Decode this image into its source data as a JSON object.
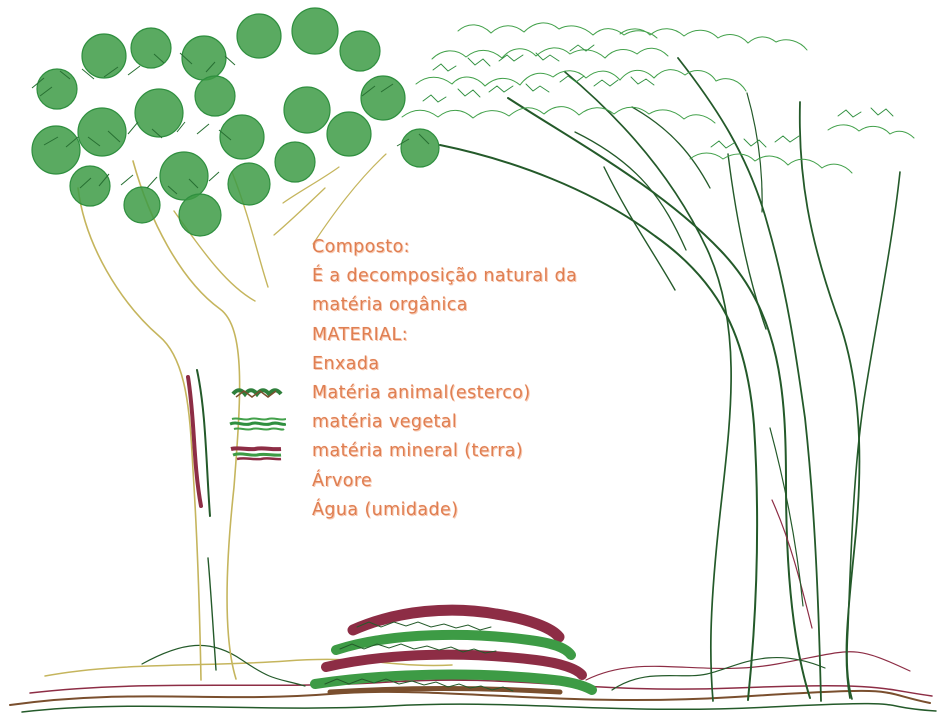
{
  "diagram": {
    "title": "Composto:",
    "definition": [
      "É a decomposição  natural da",
      "matéria orgânica"
    ],
    "materials_heading": "MATERIAL:",
    "materials": [
      {
        "label": "Enxada",
        "swatch": ""
      },
      {
        "label": "Matéria animal(esterco)",
        "swatch": "animal"
      },
      {
        "label": "matéria vegetal",
        "swatch": "vegetal"
      },
      {
        "label": "matéria mineral (terra)",
        "swatch": "mineral"
      },
      {
        "label": "Árvore",
        "swatch": ""
      },
      {
        "label": "Água (umidade)",
        "swatch": ""
      }
    ],
    "colors": {
      "text": "#df7f52",
      "foliage_dark": "#2f8f3f",
      "foliage_light": "#43a14b",
      "trunk_green": "#245a2a",
      "trunk_yellow": "#c5b55d",
      "soil_red": "#8d2d45",
      "soil_brown": "#7a4f2e"
    }
  }
}
